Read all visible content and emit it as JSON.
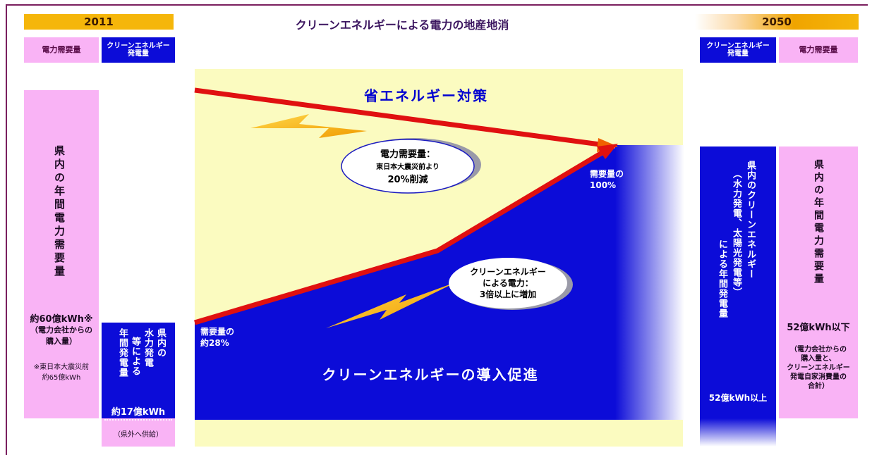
{
  "header": {
    "year_left": "2011",
    "year_right": "2050",
    "title": "クリーンエネルギーによる電力の地産地消"
  },
  "left": {
    "demand_header": "電力需要量",
    "clean_header": "クリーンエネルギー\n発電量",
    "demand_vertical": "県内の年間電力需要量",
    "demand_value": "約60億kWh※",
    "demand_source": "（電力会社からの\n購入量）",
    "demand_note": "※東日本大震災前\n約65億kWh",
    "clean_vertical_1": "県内の",
    "clean_vertical_2": "水力発電",
    "clean_vertical_3": "等による",
    "clean_vertical_4": "年間発電量",
    "clean_value": "約17億kWh",
    "clean_note": "（県外へ供給）"
  },
  "diagram": {
    "top_label": "省エネルギー対策",
    "bottom_label": "クリーンエネルギーの導入促進",
    "demand_bubble_title": "電力需要量：",
    "demand_bubble_sub": "東日本大震災前より",
    "demand_bubble_value": "20%削減",
    "clean_bubble_text": "クリーンエネルギー\nによる電力：\n3倍以上に増加",
    "start_label": "需要量の\n約28%",
    "end_label": "需要量の\n100%"
  },
  "right": {
    "clean_header": "クリーンエネルギー\n発電量",
    "demand_header": "電力需要量",
    "clean_vertical_1": "県内のクリーンエネルギー",
    "clean_vertical_2": "（水力発電、太陽光発電等）",
    "clean_vertical_3": "による年間発電量",
    "clean_value": "52億kWh以上",
    "demand_vertical": "県内の年間電力需要量",
    "demand_value": "52億kWh以下",
    "demand_note": "（電力会社からの\n購入量と、\nクリーンエネルギー\n発電自家消費量の\n合計）"
  },
  "colors": {
    "pink": "#f9b3f5",
    "blue": "#0c0cd8",
    "yellow_band": "#fbfbc0",
    "orange": "#f5b60a",
    "arrow_red": "#e01010"
  }
}
